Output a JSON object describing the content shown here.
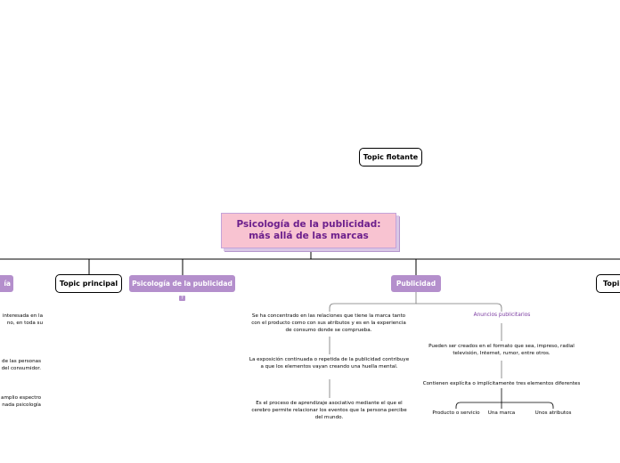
{
  "central": "Psicología de la publicidad: más allá de las marcas",
  "floating": "Topic flotante",
  "topics": {
    "left_partial": "ía",
    "principal": "Topic principal",
    "psicologia": "Psicología de la publicidad",
    "publicidad": "Publicidad",
    "right_partial": "Topi"
  },
  "badge": "?",
  "left_texts": [
    "interesada en la\nno, en toda su",
    "de las personas\ndel consumidor.",
    "amplio espectro\nnada psicología"
  ],
  "publicidad_texts": [
    "Se ha concentrado en las relaciones que tiene la marca tanto con el producto como con sus atributos y es en la experiencia de consumo donde se comprueba.",
    "La exposición continuada o repetida de la publicidad contribuye a que los elementos vayan creando una huella mental.",
    "Es el proceso de aprendizaje asociativo mediante el que el cerebro permite relacionar los eventos que la persona percibe del mundo."
  ],
  "anuncios": {
    "label": "Anuncios publicitarios",
    "text1": "Pueden ser creados en el formato que sea, impreso, radial televisión, Internet, rumor, entre otros.",
    "text2": "Contienen explícita o implícitamente tres elementos diferentes",
    "items": [
      "Producto o servicio",
      "Una marca",
      "Unos atributos"
    ]
  }
}
